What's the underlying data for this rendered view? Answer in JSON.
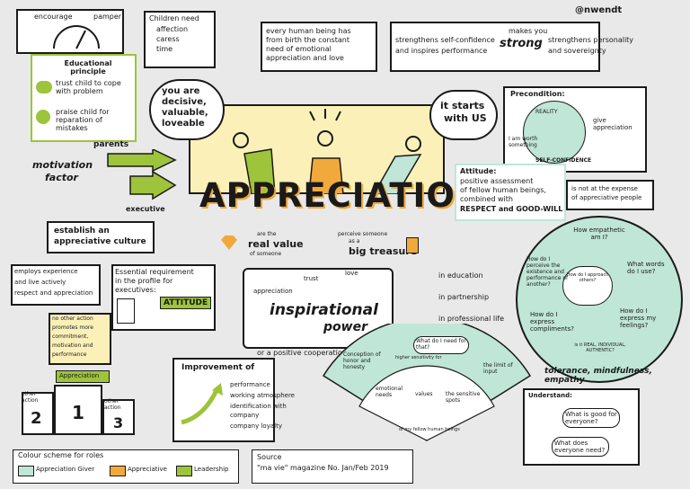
{
  "author": "@nwendt",
  "title": "APPRECIATION",
  "encourage": {
    "left": "encourage",
    "right": "pamper",
    "principle": "Educational principle",
    "trust": "trust child to cope with problem",
    "praise": "praise child for reparation of mistakes"
  },
  "children_need": {
    "head": "Children need",
    "items": [
      "affection",
      "caress",
      "time"
    ]
  },
  "you_are": [
    "you are",
    "decisive,",
    "valuable,",
    "loveable"
  ],
  "human": [
    "every human being has",
    "from birth the constant",
    "need of emotional",
    "appreciation and love"
  ],
  "strong": {
    "line1": "strengthens self-confidence",
    "line2": "and inspires performance",
    "makes": "makes you",
    "strong": "strong",
    "right1": "strengthens personality",
    "right2": "and sovereignty"
  },
  "parents": "parents",
  "executive": "executive",
  "motivation": [
    "motivation",
    "factor"
  ],
  "starts": [
    "it starts",
    "with US"
  ],
  "precondition": {
    "head": "Precondition:",
    "worthy": "I am worth something",
    "gift": "give appreciation",
    "conf": "SELF-CONFIDENCE",
    "reality": "REALITY"
  },
  "attitude": {
    "head": "Attitude:",
    "text": [
      "positive assessment",
      "of fellow human beings,",
      "combined with",
      "RESPECT and GOOD-WILL"
    ]
  },
  "expense": [
    "is not at the expense",
    "of appreciative people"
  ],
  "culture": [
    "establish an",
    "appreciative culture"
  ],
  "real_value": [
    "are the",
    "real value",
    "of someone"
  ],
  "treasure": [
    "perceive someone",
    "as a",
    "big treasure"
  ],
  "employee": [
    "employs experience",
    "and live actively",
    "respect and appreciation"
  ],
  "essential": [
    "Essential requirement",
    "in the profile for",
    "executives:"
  ],
  "attitude_tag": "ATTITUDE",
  "inspire": {
    "trust": "trust",
    "love": "love",
    "appreciation": "appreciation",
    "power1": "inspirational",
    "power2": "power",
    "or": "or a positive cooperation"
  },
  "contexts": [
    "in education",
    "in partnership",
    "in professional life"
  ],
  "no_other": [
    "no other action",
    "promotes more",
    "commitment,",
    "motivation and",
    "performance"
  ],
  "podium": {
    "top": "Appreciation",
    "left": "other action",
    "right": "other action",
    "n1": "1",
    "n2": "2",
    "n3": "3"
  },
  "improvement": {
    "head": "Improvement of",
    "items": [
      "performance",
      "working atmosphere",
      "identification with",
      "company",
      "company loyalty"
    ]
  },
  "empathy": {
    "center": "How empathetic am I?",
    "q1": "How do I perceive the existence and performance of another?",
    "q2": "What words do I use?",
    "q3": "How do I approach others?",
    "q4": "How do I express compliments?",
    "q5": "How do I express my feelings?",
    "q6": "is it REAL, INDIVIDUAL, AUTHENTIC?",
    "ring": "tolerance, mindfulness, empathy"
  },
  "needs": {
    "q": "What do I need for that?",
    "cells": [
      "Conception of honor and honesty",
      "emotional needs",
      "values",
      "the sensitive spots",
      "the limit of input"
    ],
    "arc1": "higher sensitivity for",
    "arc2": "of my fellow human beings"
  },
  "understand": {
    "head": "Understand:",
    "q1": "What is good for everyone?",
    "q2": "What does everyone need?"
  },
  "legend": {
    "head": "Colour scheme for roles",
    "items": [
      {
        "label": "Appreciation Giver",
        "color": "#bfe6d7"
      },
      {
        "label": "Appreciative",
        "color": "#f2a93b"
      },
      {
        "label": "Leadership",
        "color": "#9dc43a"
      }
    ]
  },
  "source": {
    "line1": "Source",
    "line2": "\"ma vie\" magazine No. Jan/Feb 2019"
  },
  "colors": {
    "green": "#9dc43a",
    "orange": "#f2a93b",
    "teal": "#bfe6d7",
    "yellow": "#fbf1b8",
    "ink": "#1a1a1a"
  }
}
